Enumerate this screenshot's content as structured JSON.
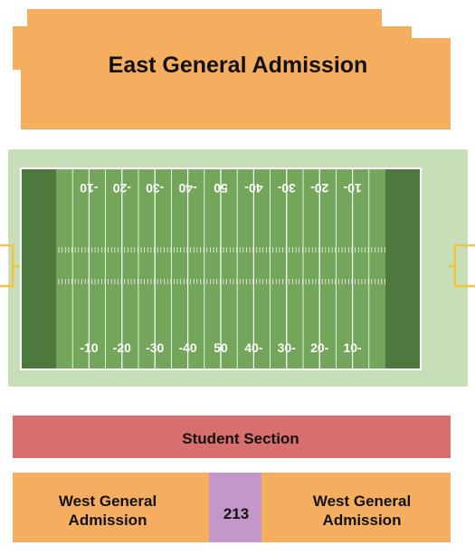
{
  "colors": {
    "general_admission": "#f5ad5f",
    "student_section": "#d96e6e",
    "section_213": "#c497cb",
    "field_border": "#c6dfb9",
    "field_turf": "#73a65b",
    "field_stripe": "#6b9d53",
    "endzone": "#4d7a3c",
    "goalpost": "#f5c33a",
    "text": "#111111"
  },
  "sections": {
    "east_general_admission": {
      "label": "East General Admission"
    },
    "student_section": {
      "label": "Student Section"
    },
    "west_general_admission_left": {
      "label_line1": "West General",
      "label_line2": "Admission"
    },
    "section_213": {
      "label": "213"
    },
    "west_general_admission_right": {
      "label_line1": "West General",
      "label_line2": "Admission"
    }
  },
  "field": {
    "yard_labels_bottom": [
      "-10",
      "-20",
      "-30",
      "-40",
      "50",
      "40-",
      "30-",
      "20-",
      "10-"
    ],
    "yard_labels_top": [
      "-10",
      "-20",
      "-30",
      "-40",
      "50",
      "40-",
      "30-",
      "20-",
      "10-"
    ]
  }
}
